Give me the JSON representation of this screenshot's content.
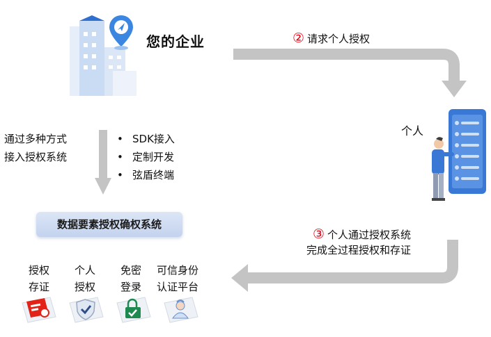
{
  "enterprise_label": "您的企业",
  "step2": {
    "number": "②",
    "label": "请求个人授权"
  },
  "person_label": "个人",
  "step3": {
    "number": "③",
    "line1": "个人通过授权系统",
    "line2": "完成全过程授权和存证"
  },
  "access_ways": {
    "line1": "通过多种方式",
    "line2": "接入授权系统"
  },
  "methods": [
    {
      "bullet": "•",
      "label": "SDK接入"
    },
    {
      "bullet": "•",
      "label": "定制开发"
    },
    {
      "bullet": "•",
      "label": "弦盾终端"
    }
  ],
  "system_label": "数据要素授权确权系统",
  "features": [
    {
      "line1": "授权",
      "line2": "存证",
      "icon": "document-seal-icon"
    },
    {
      "line1": "个人",
      "line2": "授权",
      "icon": "shield-check-icon"
    },
    {
      "line1": "免密",
      "line2": "登录",
      "icon": "lock-check-icon"
    },
    {
      "line1": "可信身份",
      "line2": "认证平台",
      "icon": "user-id-icon"
    }
  ],
  "colors": {
    "arrow": "#c4c4c4",
    "accent": "#e60012",
    "blue": "#3a78d6",
    "light_blue": "#cfe0f6"
  }
}
